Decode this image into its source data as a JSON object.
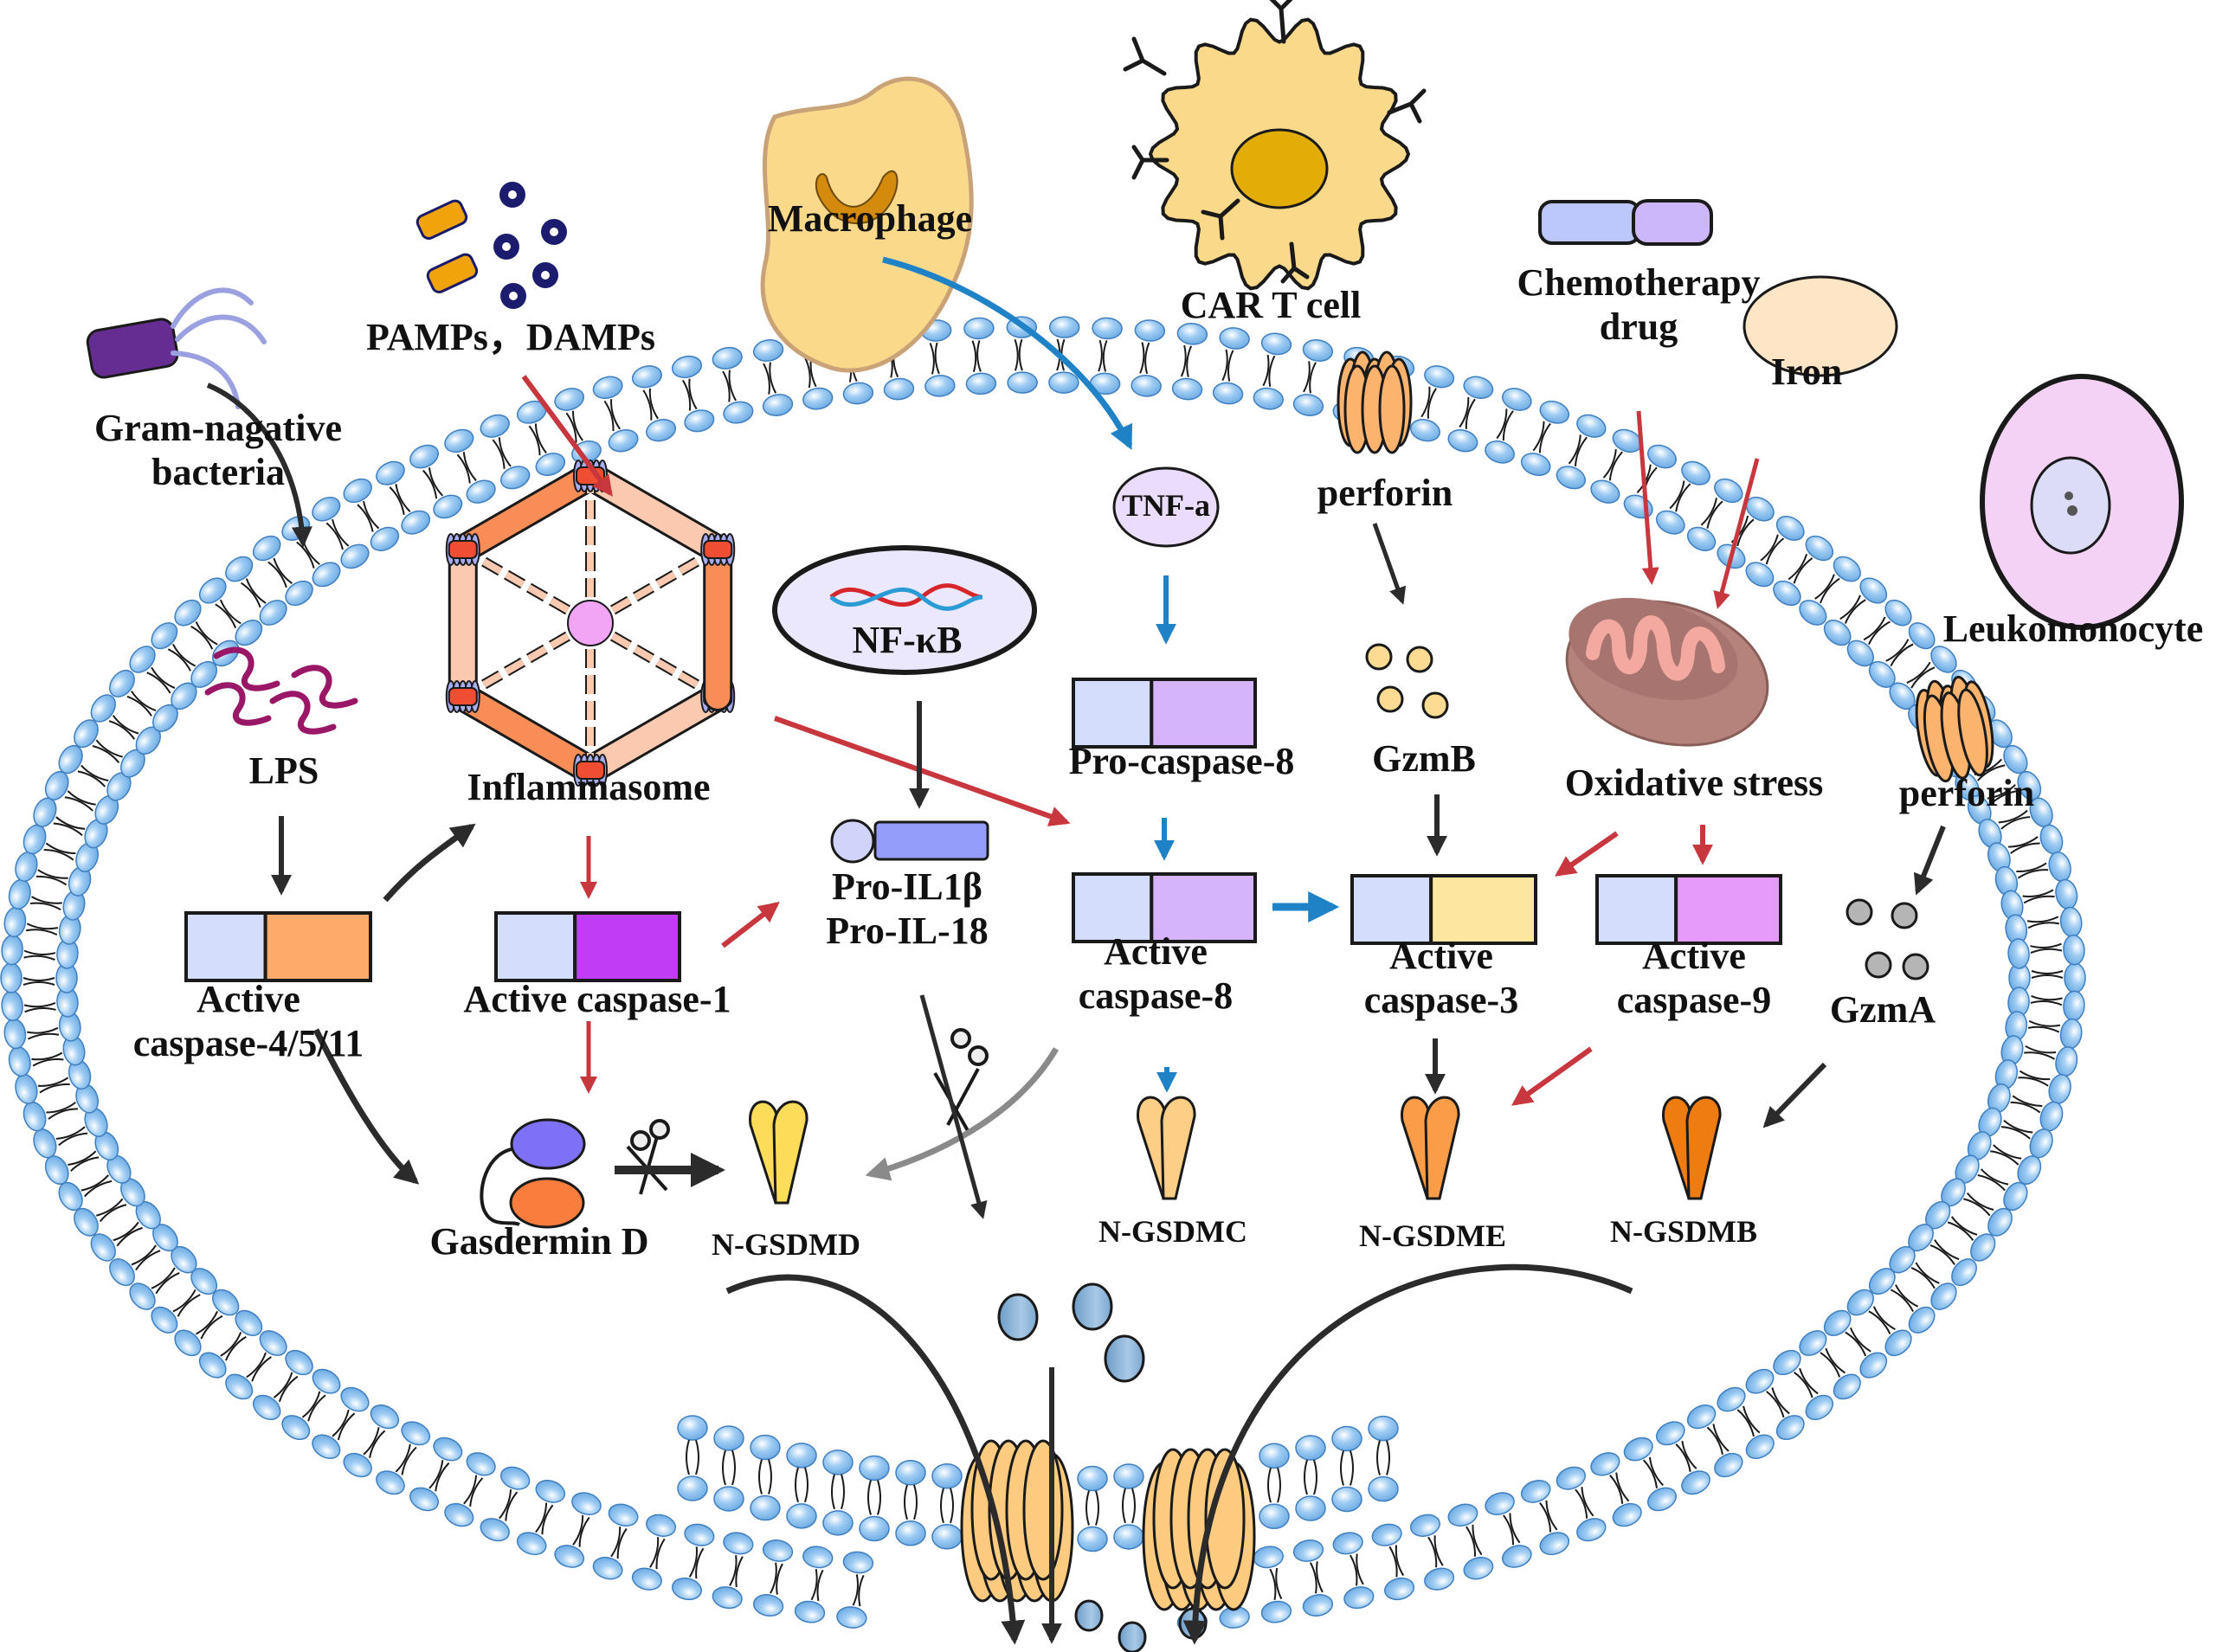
{
  "figure": {
    "labels": {
      "gram_negative": [
        "Gram-nagative",
        "bacteria"
      ],
      "pamps_damps": "PAMPs，DAMPs",
      "macrophage": "Macrophage",
      "car_t_cell": "CAR T cell",
      "chemotherapy": [
        "Chemotherapy",
        "drug"
      ],
      "iron": "Iron",
      "leukomonocyte": "Leukomonocyte",
      "tnf": "TNF-a",
      "perforin_top": "perforin",
      "perforin_right": "perforin",
      "lps": "LPS",
      "inflammasome": "Inflammasome",
      "nfkb": "NF-κB",
      "pro_caspase_8": "Pro-caspase-8",
      "gzmb": "GzmB",
      "oxidative_stress": "Oxidative stress",
      "active_caspase_4511": [
        "Active",
        "caspase-4/5/11"
      ],
      "active_caspase_1": "Active caspase-1",
      "pro_il": [
        "Pro-IL1β",
        "Pro-IL-18"
      ],
      "active_caspase_8": [
        "Active",
        "caspase-8"
      ],
      "active_caspase_3": [
        "Active",
        "caspase-3"
      ],
      "active_caspase_9": [
        "Active",
        "caspase-9"
      ],
      "gzma": "GzmA",
      "gasdermin_d": "Gasdermin D",
      "n_gsdmd": "N-GSDMD",
      "n_gsdmc": "N-GSDMC",
      "n_gsdme": "N-GSDME",
      "n_gsdmb": "N-GSDMB"
    },
    "colors": {
      "membrane_head": "#8fc3ee",
      "membrane_edge": "#3f7fc0",
      "arrow_red": "#c8373d",
      "arrow_blue": "#1f82c7",
      "arrow_black": "#2b2b2b",
      "arrow_gray": "#8a8a8a",
      "caspase_pro_domain": "#d4defc",
      "caspase_4511": "#fdaa6a",
      "caspase_1": "#c03cf5",
      "caspase_8": "#d6b4fb",
      "caspase_3": "#fde7a0",
      "caspase_9": "#e69afa",
      "gsdmd": "#fddc5a",
      "gsdmc": "#fdce86",
      "gsdme": "#fb9d48",
      "gsdmb": "#ef7c10",
      "pore": "#fdcb7f",
      "lps": "#9a1666"
    }
  }
}
